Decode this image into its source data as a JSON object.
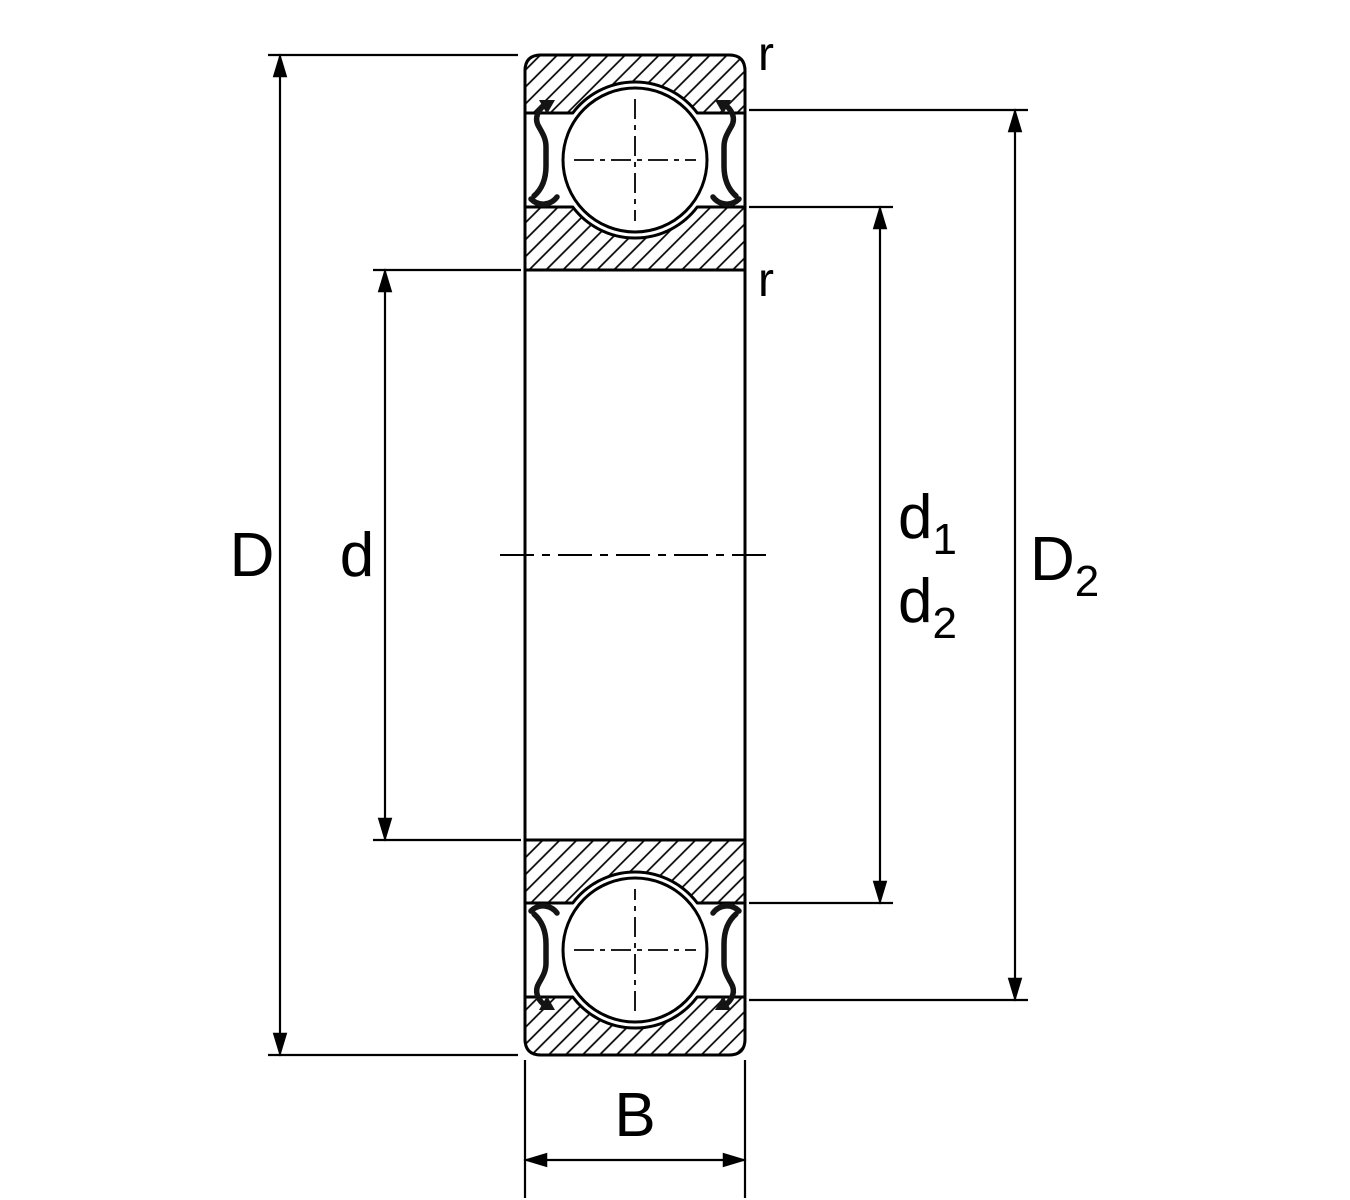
{
  "drawing": {
    "description": "Sealed deep groove ball bearing cross-section dimension drawing",
    "colors": {
      "line": "#000000",
      "background": "#ffffff",
      "seal": "#141414"
    },
    "labels": {
      "D": {
        "text": "D"
      },
      "d": {
        "text": "d"
      },
      "d1": {
        "text": "d",
        "sub": "1"
      },
      "d2": {
        "text": "d",
        "sub": "2"
      },
      "D2": {
        "text": "D",
        "sub": "2"
      },
      "r_top": {
        "text": "r"
      },
      "r_inner": {
        "text": "r"
      },
      "B": {
        "text": "B"
      }
    }
  }
}
